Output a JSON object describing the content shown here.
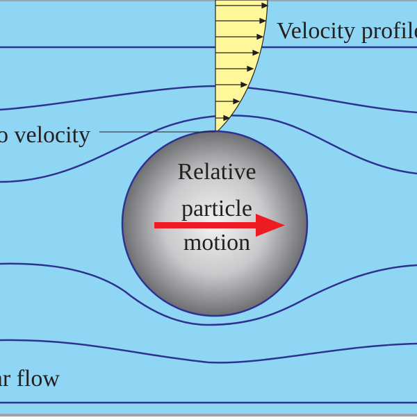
{
  "colors": {
    "fluid": "#8fd6f4",
    "border": "#9aa4ad",
    "streamline": "#2e3192",
    "profile_fill": "#fff799",
    "profile_stroke": "#231f20",
    "sphere_center": "#f2f2f2",
    "sphere_edge": "#6d6e71",
    "sphere_outline": "#2e3192",
    "motion_arrow": "#ed1c24",
    "text": "#231f20"
  },
  "labels": {
    "velocity_profile": "Velocity profile",
    "surface_velocity": "Zero velocity",
    "flow_type": "Laminar flow",
    "particle_line1": "Relative",
    "particle_line2": "particle",
    "particle_line3": "motion"
  },
  "icons": {
    "profile_arrow": "arrow-right-icon",
    "motion_arrow": "arrow-right-icon"
  }
}
